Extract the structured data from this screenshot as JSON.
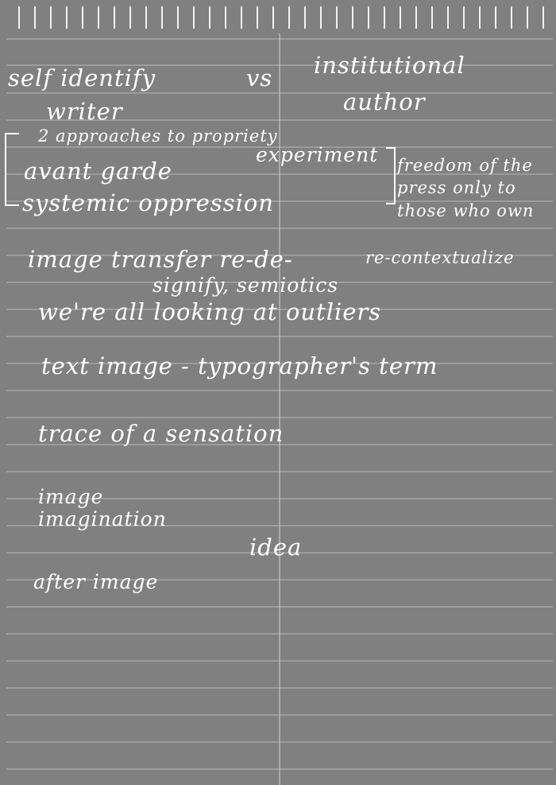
{
  "notebook": {
    "lines": [
      "self identify",
      "vs",
      "institutional",
      "writer",
      "author",
      "2 approaches to propriety",
      "avant garde",
      "experiment",
      "systemic oppression",
      "freedom of the press only to those who own",
      "image transfer re-de-",
      "signify, semiotics",
      "re-contextualize",
      "we're all looking at outliers",
      "text image - typographer's term",
      "trace of a sensation",
      "image",
      "imagination",
      "idea",
      "after image"
    ],
    "colors": {
      "paper": "#808080",
      "ink": "#ffffff",
      "rule": "#b9b9b9"
    }
  }
}
